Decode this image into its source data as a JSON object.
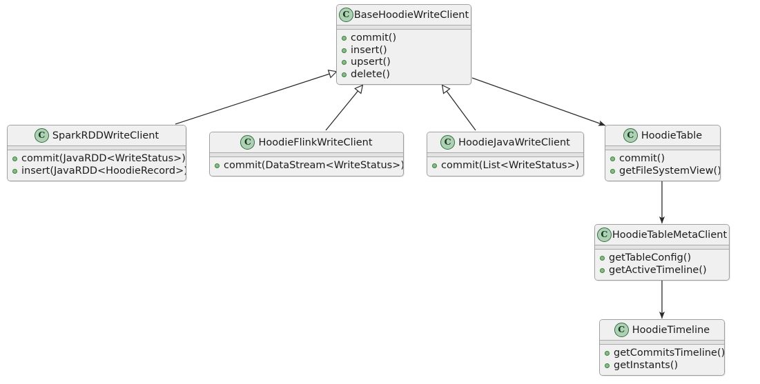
{
  "diagram": {
    "type": "uml-class-diagram",
    "background_color": "#ffffff",
    "box_fill": "#f0f0f0",
    "box_border": "#a0a0a0",
    "class_icon_fill": "#ADD1B2",
    "member_dot_fill": "#84BE84",
    "edge_color": "#2b2b2b"
  },
  "classes": [
    {
      "id": "base-hoodie-write-client",
      "icon": "class-c-icon",
      "name": "BaseHoodieWriteClient",
      "members": [
        {
          "visibility": "public",
          "label": "commit()"
        },
        {
          "visibility": "public",
          "label": "insert()"
        },
        {
          "visibility": "public",
          "label": "upsert()"
        },
        {
          "visibility": "public",
          "label": "delete()"
        }
      ]
    },
    {
      "id": "spark-rdd-write-client",
      "icon": "class-c-icon",
      "name": "SparkRDDWriteClient",
      "members": [
        {
          "visibility": "public",
          "label": "commit(JavaRDD<WriteStatus>)"
        },
        {
          "visibility": "public",
          "label": "insert(JavaRDD<HoodieRecord>)"
        }
      ]
    },
    {
      "id": "hoodie-flink-write-client",
      "icon": "class-c-icon",
      "name": "HoodieFlinkWriteClient",
      "members": [
        {
          "visibility": "public",
          "label": "commit(DataStream<WriteStatus>)"
        }
      ]
    },
    {
      "id": "hoodie-java-write-client",
      "icon": "class-c-icon",
      "name": "HoodieJavaWriteClient",
      "members": [
        {
          "visibility": "public",
          "label": "commit(List<WriteStatus>)"
        }
      ]
    },
    {
      "id": "hoodie-table",
      "icon": "class-c-icon",
      "name": "HoodieTable",
      "members": [
        {
          "visibility": "public",
          "label": "commit()"
        },
        {
          "visibility": "public",
          "label": "getFileSystemView()"
        }
      ]
    },
    {
      "id": "hoodie-table-meta-client",
      "icon": "class-c-icon",
      "name": "HoodieTableMetaClient",
      "members": [
        {
          "visibility": "public",
          "label": "getTableConfig()"
        },
        {
          "visibility": "public",
          "label": "getActiveTimeline()"
        }
      ]
    },
    {
      "id": "hoodie-timeline",
      "icon": "class-c-icon",
      "name": "HoodieTimeline",
      "members": [
        {
          "visibility": "public",
          "label": "getCommitsTimeline()"
        },
        {
          "visibility": "public",
          "label": "getInstants()"
        }
      ]
    }
  ],
  "relationships": [
    {
      "id": "spark-extends-base",
      "from": "SparkRDDWriteClient",
      "to": "BaseHoodieWriteClient",
      "kind": "inheritance"
    },
    {
      "id": "flink-extends-base",
      "from": "HoodieFlinkWriteClient",
      "to": "BaseHoodieWriteClient",
      "kind": "inheritance"
    },
    {
      "id": "java-extends-base",
      "from": "HoodieJavaWriteClient",
      "to": "BaseHoodieWriteClient",
      "kind": "inheritance"
    },
    {
      "id": "base-uses-table",
      "from": "BaseHoodieWriteClient",
      "to": "HoodieTable",
      "kind": "association"
    },
    {
      "id": "table-uses-metaclient",
      "from": "HoodieTable",
      "to": "HoodieTableMetaClient",
      "kind": "association"
    },
    {
      "id": "metaclient-uses-timeline",
      "from": "HoodieTableMetaClient",
      "to": "HoodieTimeline",
      "kind": "association"
    }
  ],
  "icons": {
    "class_letter": "C"
  }
}
